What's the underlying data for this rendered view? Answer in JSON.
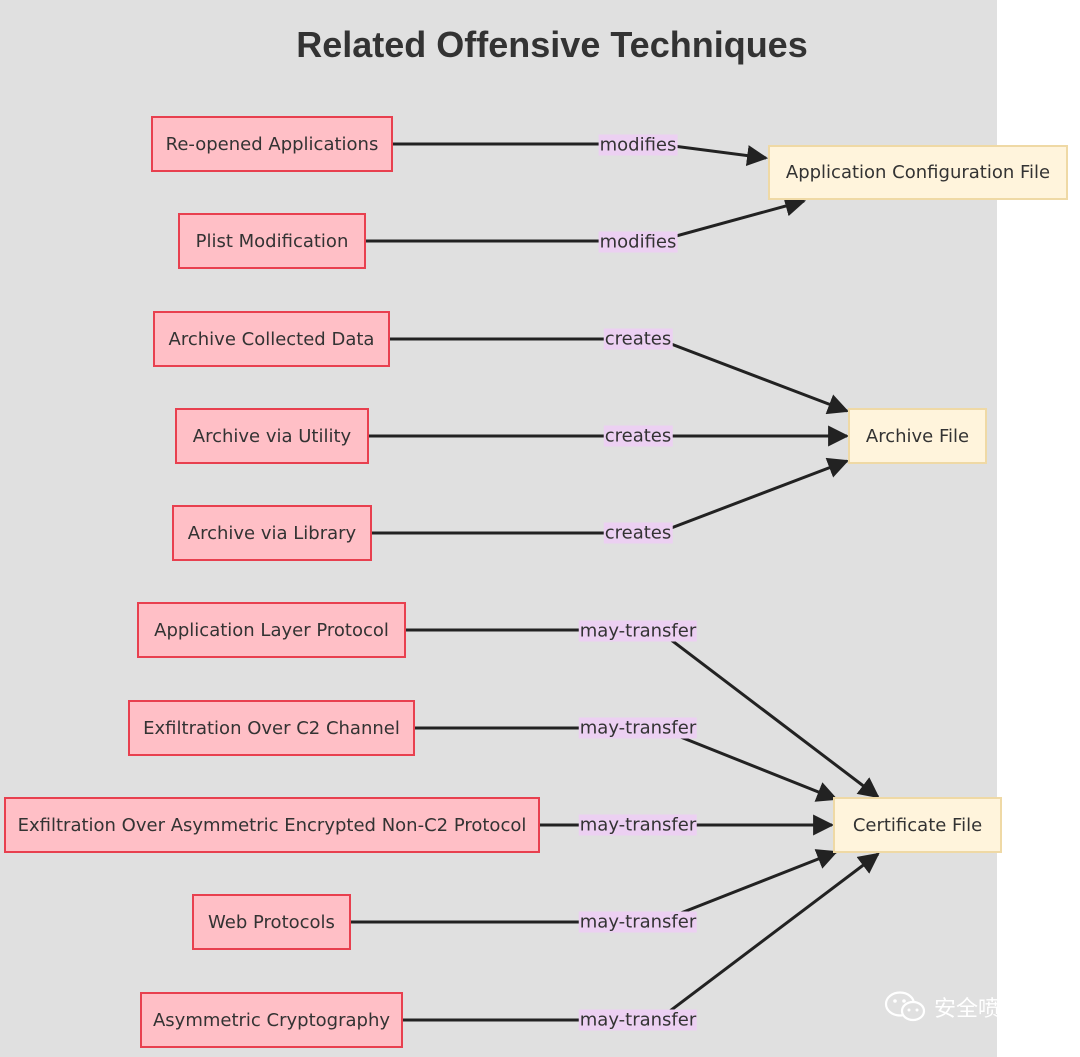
{
  "title": "Related Offensive Techniques",
  "sources": [
    {
      "id": "reopened-applications",
      "label": "Re-opened Applications"
    },
    {
      "id": "plist-modification",
      "label": "Plist Modification"
    },
    {
      "id": "archive-collected-data",
      "label": "Archive Collected Data"
    },
    {
      "id": "archive-via-utility",
      "label": "Archive via Utility"
    },
    {
      "id": "archive-via-library",
      "label": "Archive via Library"
    },
    {
      "id": "application-layer-protocol",
      "label": "Application Layer Protocol"
    },
    {
      "id": "exfiltration-over-c2-channel",
      "label": "Exfiltration Over C2 Channel"
    },
    {
      "id": "exfiltration-over-asymmetric",
      "label": "Exfiltration Over Asymmetric Encrypted Non-C2 Protocol"
    },
    {
      "id": "web-protocols",
      "label": "Web Protocols"
    },
    {
      "id": "asymmetric-cryptography",
      "label": "Asymmetric Cryptography"
    }
  ],
  "targets": [
    {
      "id": "application-configuration-file",
      "label": "Application Configuration File"
    },
    {
      "id": "archive-file",
      "label": "Archive File"
    },
    {
      "id": "certificate-file",
      "label": "Certificate File"
    }
  ],
  "edges": [
    {
      "from": "reopened-applications",
      "to": "application-configuration-file",
      "label": "modifies"
    },
    {
      "from": "plist-modification",
      "to": "application-configuration-file",
      "label": "modifies"
    },
    {
      "from": "archive-collected-data",
      "to": "archive-file",
      "label": "creates"
    },
    {
      "from": "archive-via-utility",
      "to": "archive-file",
      "label": "creates"
    },
    {
      "from": "archive-via-library",
      "to": "archive-file",
      "label": "creates"
    },
    {
      "from": "application-layer-protocol",
      "to": "certificate-file",
      "label": "may-transfer"
    },
    {
      "from": "exfiltration-over-c2-channel",
      "to": "certificate-file",
      "label": "may-transfer"
    },
    {
      "from": "exfiltration-over-asymmetric",
      "to": "certificate-file",
      "label": "may-transfer"
    },
    {
      "from": "web-protocols",
      "to": "certificate-file",
      "label": "may-transfer"
    },
    {
      "from": "asymmetric-cryptography",
      "to": "certificate-file",
      "label": "may-transfer"
    }
  ],
  "watermark": {
    "text": "安全喷子",
    "icon": "wechat-icon"
  },
  "colors": {
    "canvas": "#e0e0e0",
    "source_fill": "#ffbfc6",
    "source_border": "#e8404f",
    "target_fill": "#fff4dc",
    "target_border": "#efd9a5",
    "edge_label_bg": "#ecd0f2",
    "edge": "#222222"
  }
}
